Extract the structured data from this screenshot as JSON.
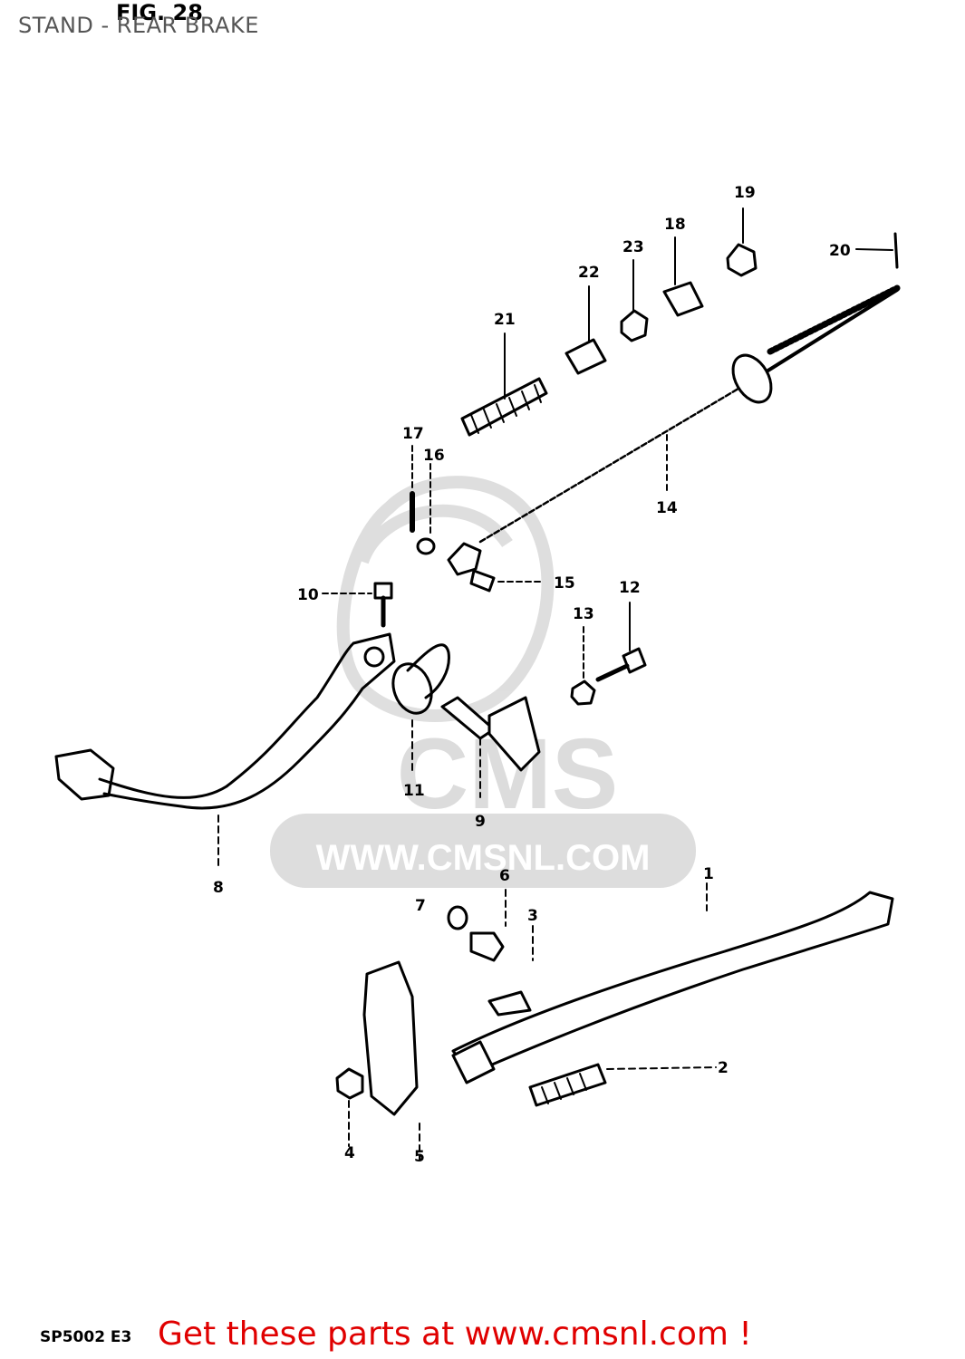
{
  "page_title": "STAND - REAR BRAKE",
  "figure_label": "FIG. 28",
  "watermark": {
    "brand": "CMS",
    "url": "WWW.CMSNL.COM"
  },
  "callouts": [
    {
      "id": "c1",
      "text": "1"
    },
    {
      "id": "c2",
      "text": "2"
    },
    {
      "id": "c3",
      "text": "3"
    },
    {
      "id": "c4",
      "text": "4"
    },
    {
      "id": "c5",
      "text": "5"
    },
    {
      "id": "c6",
      "text": "6"
    },
    {
      "id": "c7",
      "text": "7"
    },
    {
      "id": "c8",
      "text": "8"
    },
    {
      "id": "c9",
      "text": "9"
    },
    {
      "id": "c10",
      "text": "10"
    },
    {
      "id": "c11",
      "text": "11"
    },
    {
      "id": "c12",
      "text": "12"
    },
    {
      "id": "c13",
      "text": "13"
    },
    {
      "id": "c14",
      "text": "14"
    },
    {
      "id": "c15",
      "text": "15"
    },
    {
      "id": "c16",
      "text": "16"
    },
    {
      "id": "c17",
      "text": "17"
    },
    {
      "id": "c18",
      "text": "18"
    },
    {
      "id": "c19",
      "text": "19"
    },
    {
      "id": "c20",
      "text": "20"
    },
    {
      "id": "c21",
      "text": "21"
    },
    {
      "id": "c22",
      "text": "22"
    },
    {
      "id": "c23",
      "text": "23"
    }
  ],
  "footer": {
    "code": "SP5002 E3",
    "promo": "Get these parts at www.cmsnl.com !"
  },
  "colors": {
    "promo": "#e00000",
    "watermark": "#d8d8d8",
    "line": "#000000"
  }
}
